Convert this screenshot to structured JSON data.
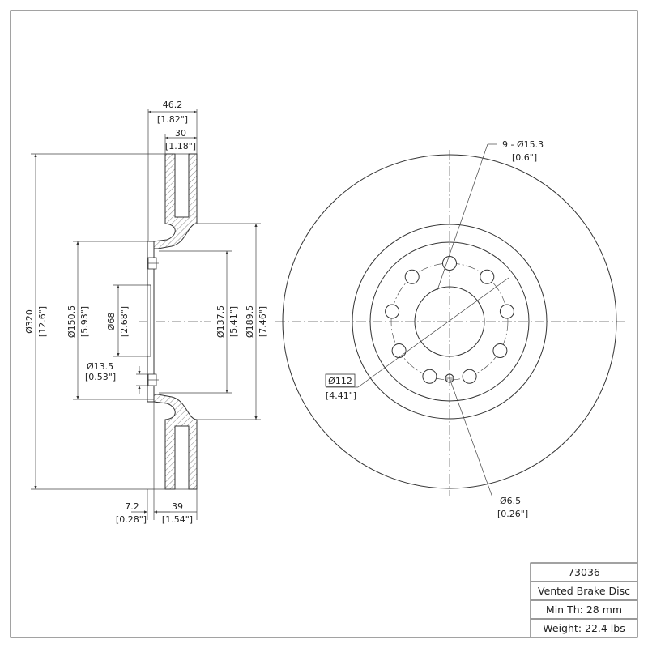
{
  "dimensions": {
    "width_overall": "46.2",
    "width_overall_in": "[1.82\"]",
    "thickness": "30",
    "thickness_in": "[1.18\"]",
    "outer_diameter": "Ø320",
    "outer_diameter_in": "[12.6\"]",
    "hat_outer_diameter": "Ø150.5",
    "hat_outer_diameter_in": "[5.93\"]",
    "center_bore": "Ø68",
    "center_bore_in": "[2.68\"]",
    "hole_dia": "Ø13.5",
    "hole_dia_in": "[0.53\"]",
    "inner_ring": "Ø137.5",
    "inner_ring_in": "[5.41\"]",
    "friction_inner": "Ø189.5",
    "friction_inner_in": "[7.46\"]",
    "hat_thickness": "7.2",
    "hat_thickness_in": "[0.28\"]",
    "hat_height": "39",
    "hat_height_in": "[1.54\"]",
    "bolt_holes": "9 - Ø15.3",
    "bolt_holes_in": "[0.6\"]",
    "bolt_circle": "Ø112",
    "bolt_circle_in": "[4.41\"]",
    "pin_hole": "Ø6.5",
    "pin_hole_in": "[0.26\"]"
  },
  "title_block": {
    "part_number": "73036",
    "description": "Vented Brake Disc",
    "min_thickness": "Min Th: 28 mm",
    "weight": "Weight: 22.4 lbs"
  }
}
